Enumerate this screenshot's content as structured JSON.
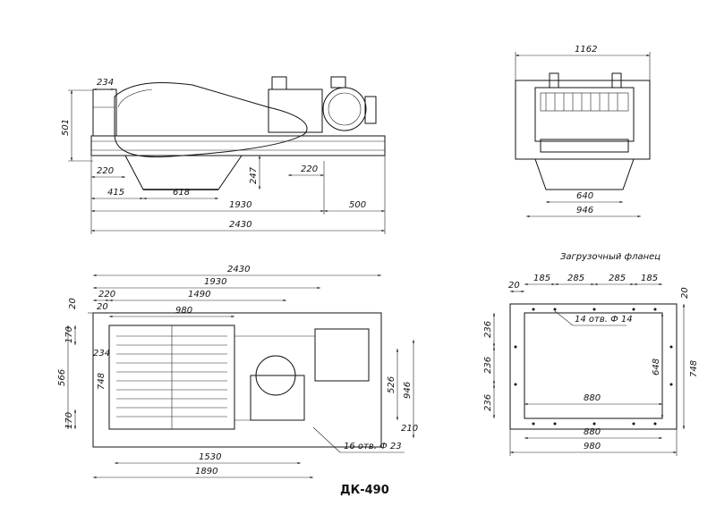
{
  "title": "ДК-490",
  "side_view": {
    "dims": {
      "top_left": "234",
      "height": "501",
      "left_offset": "220",
      "hopper_h": "247",
      "mid": "220",
      "d415": "415",
      "d618": "618",
      "d1930": "1930",
      "d500": "500",
      "d2430": "2430"
    }
  },
  "end_view": {
    "dims": {
      "width": "1162",
      "inner": "640",
      "base": "946"
    }
  },
  "plan_view": {
    "dims": {
      "d2430": "2430",
      "d1930": "1930",
      "d220": "220",
      "d1490": "1490",
      "d20a": "20",
      "d20b": "20",
      "d980": "980",
      "d170a": "170",
      "d234": "234",
      "d566": "566",
      "d748": "748",
      "d170b": "170",
      "d526": "526",
      "d946": "946",
      "d210": "210",
      "d1530": "1530",
      "d1890": "1890"
    },
    "holes_note": "16 отв. Ф 23"
  },
  "flange_view": {
    "label": "Загрузочный фланец",
    "dims": {
      "top20": "20",
      "d185a": "185",
      "d285a": "285",
      "d285b": "285",
      "d185b": "185",
      "right20": "20",
      "d236a": "236",
      "d236b": "236",
      "d236c": "236",
      "d648": "648",
      "d748": "748",
      "d880a": "880",
      "d880b": "880",
      "d980": "980"
    },
    "holes_note": "14 отв. Ф 14"
  }
}
